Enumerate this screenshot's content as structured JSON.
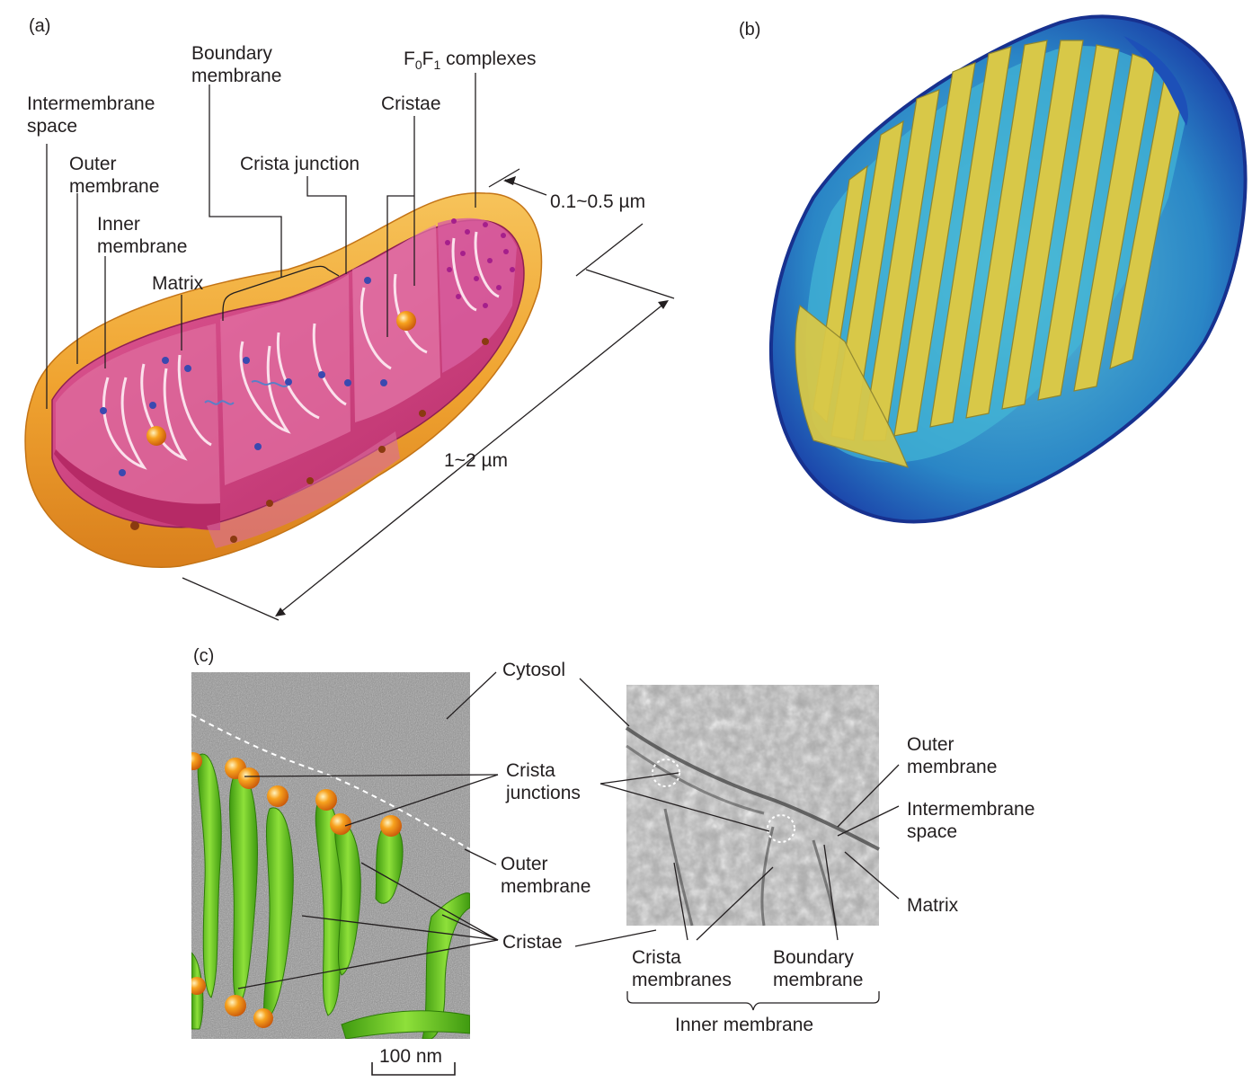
{
  "panels": {
    "a": "(a)",
    "b": "(b)",
    "c": "(c)"
  },
  "a_labels": {
    "intermembrane_space": "Intermembrane\nspace",
    "outer_membrane": "Outer\nmembrane",
    "inner_membrane": "Inner\nmembrane",
    "matrix": "Matrix",
    "boundary_membrane": "Boundary\nmembrane",
    "crista_junction": "Crista junction",
    "cristae": "Cristae",
    "f0f1_f": "F",
    "f0f1_sub0": "0",
    "f0f1_f2": "F",
    "f0f1_sub1": "1",
    "f0f1_rest": " complexes",
    "width_dim": "0.1~0.5 µm",
    "length_dim": "1~2 µm"
  },
  "c_labels": {
    "cytosol": "Cytosol",
    "crista_junctions": "Crista\njunctions",
    "outer_membrane_left": "Outer\nmembrane",
    "cristae": "Cristae",
    "scale_bar": "100 nm",
    "outer_membrane_right": "Outer\nmembrane",
    "intermembrane_space": "Intermembrane\nspace",
    "matrix": "Matrix",
    "crista_membranes": "Crista\nmembranes",
    "boundary_membrane": "Boundary\nmembrane",
    "inner_membrane": "Inner membrane"
  },
  "colors": {
    "outer_membrane_orange": "#f0a431",
    "inner_membrane_magenta": "#d2407f",
    "particle_blue": "#3a49b0",
    "tomogram_blue": "#1d50b8",
    "cristae_yellow": "#d8c848",
    "crista_green": "#5fbf1e",
    "junction_orange": "#f08a14"
  }
}
